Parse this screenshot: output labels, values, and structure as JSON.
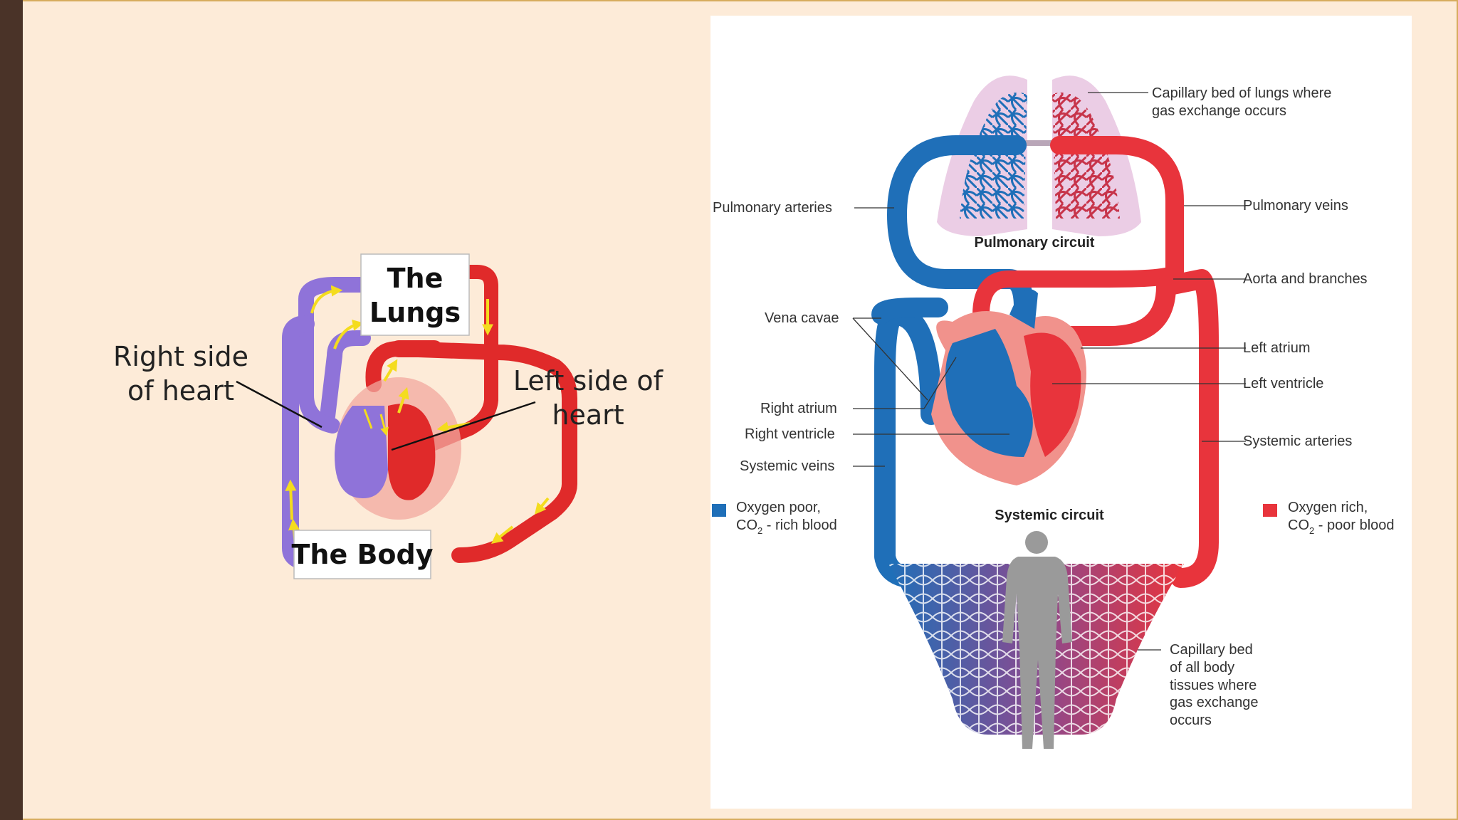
{
  "simple": {
    "lungs_line1": "The",
    "lungs_line2": "Lungs",
    "body": "The Body",
    "right_side_line1": "Right side",
    "right_side_line2": "of heart",
    "left_side_line1": "Left side of",
    "left_side_line2": "heart",
    "colors": {
      "deoxygenated": "#8f73d9",
      "oxygenated": "#e02a2a",
      "arrow": "#f4dc1e"
    }
  },
  "detailed": {
    "labels": {
      "capillary_lungs_1": "Capillary bed of lungs where",
      "capillary_lungs_2": "gas exchange occurs",
      "pulmonary_arteries": "Pulmonary arteries",
      "pulmonary_veins": "Pulmonary veins",
      "pulmonary_circuit": "Pulmonary circuit",
      "aorta": "Aorta and branches",
      "vena_cavae": "Vena cavae",
      "left_atrium": "Left atrium",
      "left_ventricle": "Left ventricle",
      "right_atrium": "Right atrium",
      "right_ventricle": "Right ventricle",
      "systemic_arteries": "Systemic arteries",
      "systemic_veins": "Systemic veins",
      "systemic_circuit": "Systemic circuit",
      "capillary_body_1": "Capillary bed",
      "capillary_body_2": "of all body",
      "capillary_body_3": "tissues where",
      "capillary_body_4": "gas exchange",
      "capillary_body_5": "occurs"
    },
    "legend": {
      "poor_line1": "Oxygen poor,",
      "poor_co": "CO",
      "poor_sub": "2",
      "poor_rest": " - rich blood",
      "rich_line1": "Oxygen rich,",
      "rich_co": "CO",
      "rich_sub": "2",
      "rich_rest": " - poor blood"
    },
    "colors": {
      "oxygen_poor": "#1f6fb8",
      "oxygen_rich": "#e8343c",
      "figure": "#9a9a9a"
    }
  }
}
